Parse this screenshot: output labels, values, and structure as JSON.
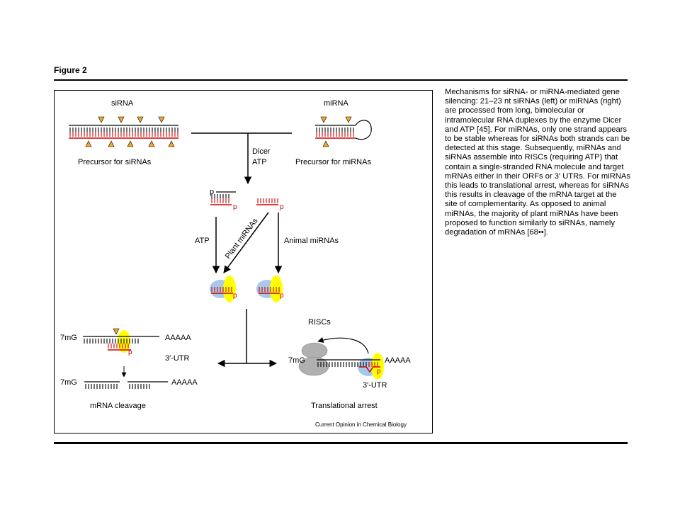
{
  "figure": {
    "title": "Figure 2",
    "caption": "Mechanisms for siRNA- or miRNA-mediated gene silencing: 21–23 nt siRNAs (left) or miRNAs (right) are processed from long, bimolecular or intramolecular RNA duplexes by the enzyme Dicer and ATP [45]. For miRNAs, only one strand appears to be stable whereas for siRNAs both strands can be detected at this stage. Subsequently, miRNAs and siRNAs assemble into RISCs (requiring ATP) that contain a single-stranded RNA molecule and target mRNAs either in their ORFs or 3′ UTRs. For miRNAs this leads to translational arrest, whereas for siRNAs this results in cleavage of the mRNA target at the site of complementarity. As opposed to animal miRNAs, the majority of plant miRNAs have been proposed to function similarly to siRNAs, namely degradation of mRNAs [68••]."
  },
  "diagram": {
    "sirna_label": "siRNA",
    "mirna_label": "miRNA",
    "precursor_sirna": "Precursor for siRNAs",
    "precursor_mirna": "Precursor for miRNAs",
    "dicer": "Dicer",
    "atp": "ATP",
    "atp_left": "ATP",
    "p": "p",
    "plant_mirnas": "Plant miRNAs",
    "animal_mirnas": "Animal miRNAs",
    "cap": "7mG",
    "polya": "AAAAA",
    "utr": "3′-UTR",
    "riscs": "RISCs",
    "mrna_cleavage": "mRNA cleavage",
    "translational_arrest": "Translational arrest",
    "credit": "Current Opinion in Chemical Biology"
  },
  "colors": {
    "strand_red": "#d00000",
    "triangle_fill": "#f5a623",
    "risc_yellow": "#ffff00",
    "risc_blue": "#a8c8e8",
    "ribosome_gray": "#b0b0b0"
  }
}
